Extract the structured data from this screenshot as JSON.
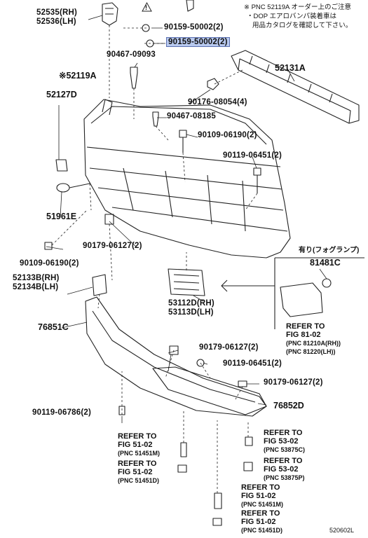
{
  "header_note": {
    "line1": "※ PNC 52119A オーダー上のご注意",
    "line2": "・DOP エアロバンパ装着車は",
    "line3": "用品カタログを確認して下さい。"
  },
  "warning_mark": "!",
  "labels": {
    "p52535": "52535(RH)",
    "p52536": "52536(LH)",
    "p90159a": "90159-50002(2)",
    "p90159b": "90159-50002(2)",
    "p90467a": "90467-09093",
    "p52131a": "52131A",
    "p52119a": "※52119A",
    "p52127d": "52127D",
    "p90176": "90176-08054(4)",
    "p90467b": "90467-08185",
    "p90109a": "90109-06190(2)",
    "p90119a": "90119-06451(2)",
    "p51961e": "51961E",
    "p90179a": "90179-06127(2)",
    "p90109b": "90109-06190(2)",
    "fog_note": "有り(フォグランプ)",
    "p81481c": "81481C",
    "p52133b": "52133B(RH)",
    "p52134b": "52134B(LH)",
    "p53112d": "53112D(RH)",
    "p53113d": "53113D(LH)",
    "p76851c": "76851C",
    "p90179b": "90179-06127(2)",
    "p90119b": "90119-06451(2)",
    "p90179c": "90179-06127(2)",
    "p76852d": "76852D",
    "p90119c": "90119-06786(2)"
  },
  "refers": {
    "r81": [
      "REFER TO",
      "FIG 81-02",
      "(PNC 81210A(RH))",
      "(PNC 81220(LH))"
    ],
    "r51a": [
      "REFER TO",
      "FIG 51-02",
      "(PNC 51451M)"
    ],
    "r51b": [
      "REFER TO",
      "FIG 51-02",
      "(PNC 51451D)"
    ],
    "r53a": [
      "REFER TO",
      "FIG 53-02",
      "(PNC 53875C)"
    ],
    "r53b": [
      "REFER TO",
      "FIG 53-02",
      "(PNC 53875P)"
    ],
    "r51c": [
      "REFER TO",
      "FIG 51-02",
      "(PNC 51451M)"
    ],
    "r51d": [
      "REFER TO",
      "FIG 51-02",
      "(PNC 51451D)"
    ]
  },
  "figure_number": "520602L",
  "colors": {
    "highlight": "#b8c9ef",
    "line": "#222222"
  }
}
